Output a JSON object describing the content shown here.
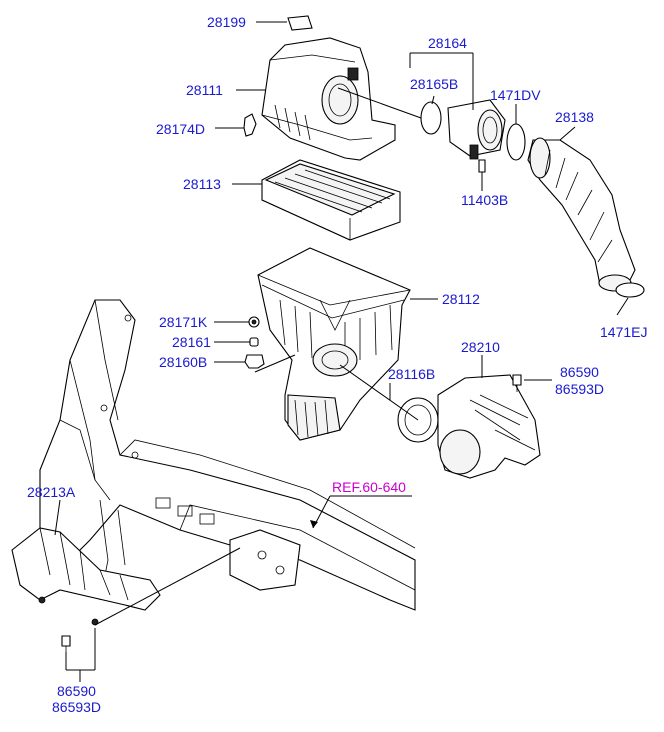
{
  "diagram": {
    "labels": {
      "p28199": "28199",
      "p28111": "28111",
      "p28174D": "28174D",
      "p28113": "28113",
      "p28164": "28164",
      "p28165B": "28165B",
      "p1471DV": "1471DV",
      "p28138": "28138",
      "p11403B": "11403B",
      "p28112": "28112",
      "p28171K": "28171K",
      "p28161": "28161",
      "p28160B": "28160B",
      "p28116B": "28116B",
      "p28210": "28210",
      "p86590_top": "86590",
      "p86593D_top": "86593D",
      "p1471EJ": "1471EJ",
      "p28213A": "28213A",
      "ref": "REF.60-640",
      "p86590_bottom": "86590",
      "p86593D_bottom": "86593D"
    },
    "colors": {
      "label": "#1a1ad0",
      "reference": "#cc00cc",
      "line": "#000000"
    }
  }
}
